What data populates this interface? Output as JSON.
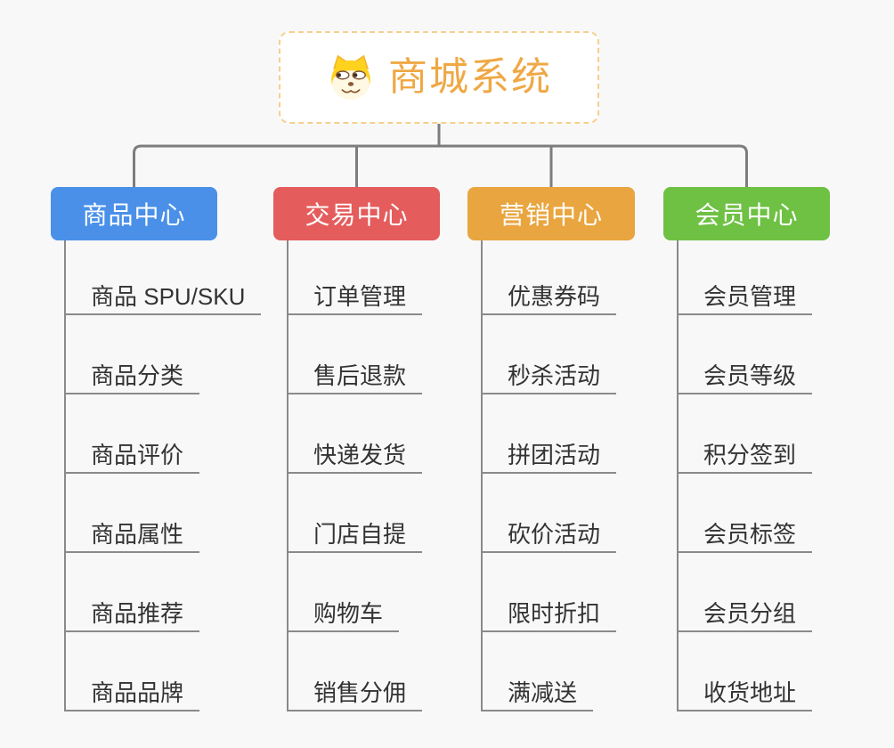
{
  "root": {
    "title": "商城系统",
    "icon": "doge-icon",
    "text_color": "#efa844",
    "border_color": "#f6cf8e"
  },
  "branches": [
    {
      "label": "商品中心",
      "color": "#4a90e9",
      "children": [
        "商品 SPU/SKU",
        "商品分类",
        "商品评价",
        "商品属性",
        "商品推荐",
        "商品品牌"
      ]
    },
    {
      "label": "交易中心",
      "color": "#e45c5c",
      "children": [
        "订单管理",
        "售后退款",
        "快递发货",
        "门店自提",
        "购物车",
        "销售分佣"
      ]
    },
    {
      "label": "营销中心",
      "color": "#e9a53f",
      "children": [
        "优惠券码",
        "秒杀活动",
        "拼团活动",
        "砍价活动",
        "限时折扣",
        "满减送"
      ]
    },
    {
      "label": "会员中心",
      "color": "#6ec143",
      "children": [
        "会员管理",
        "会员等级",
        "积分签到",
        "会员标签",
        "会员分组",
        "收货地址"
      ]
    }
  ],
  "colors": {
    "background": "#f8f8f8",
    "connector": "#7d7d7d",
    "leaf_line": "#8a8a8a",
    "leaf_text": "#333333"
  }
}
